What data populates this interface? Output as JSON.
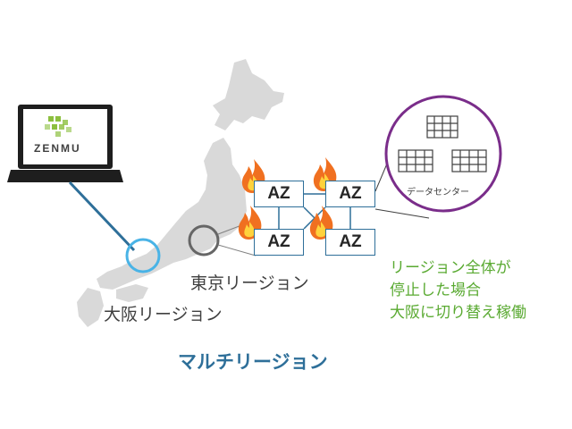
{
  "laptop": {
    "logo_text": "ZENMU"
  },
  "regions": {
    "tokyo": "東京リージョン",
    "osaka": "大阪リージョン"
  },
  "title": "マルチリージョン",
  "datacenter": {
    "label": "データセンター"
  },
  "az": {
    "label": "AZ"
  },
  "note": {
    "lines": [
      "リージョン全体が",
      "停止した場合",
      "大阪に切り替え稼働"
    ]
  },
  "colors": {
    "map": "#d9d9d9",
    "link_blue": "#2e6f99",
    "osaka_ring": "#49b3e6",
    "tokyo_ring": "#666666",
    "datacenter_ring": "#7a2d8a",
    "note_green": "#5aaa32",
    "logo_green": "#8cbf3f",
    "fire": "#f07020"
  }
}
